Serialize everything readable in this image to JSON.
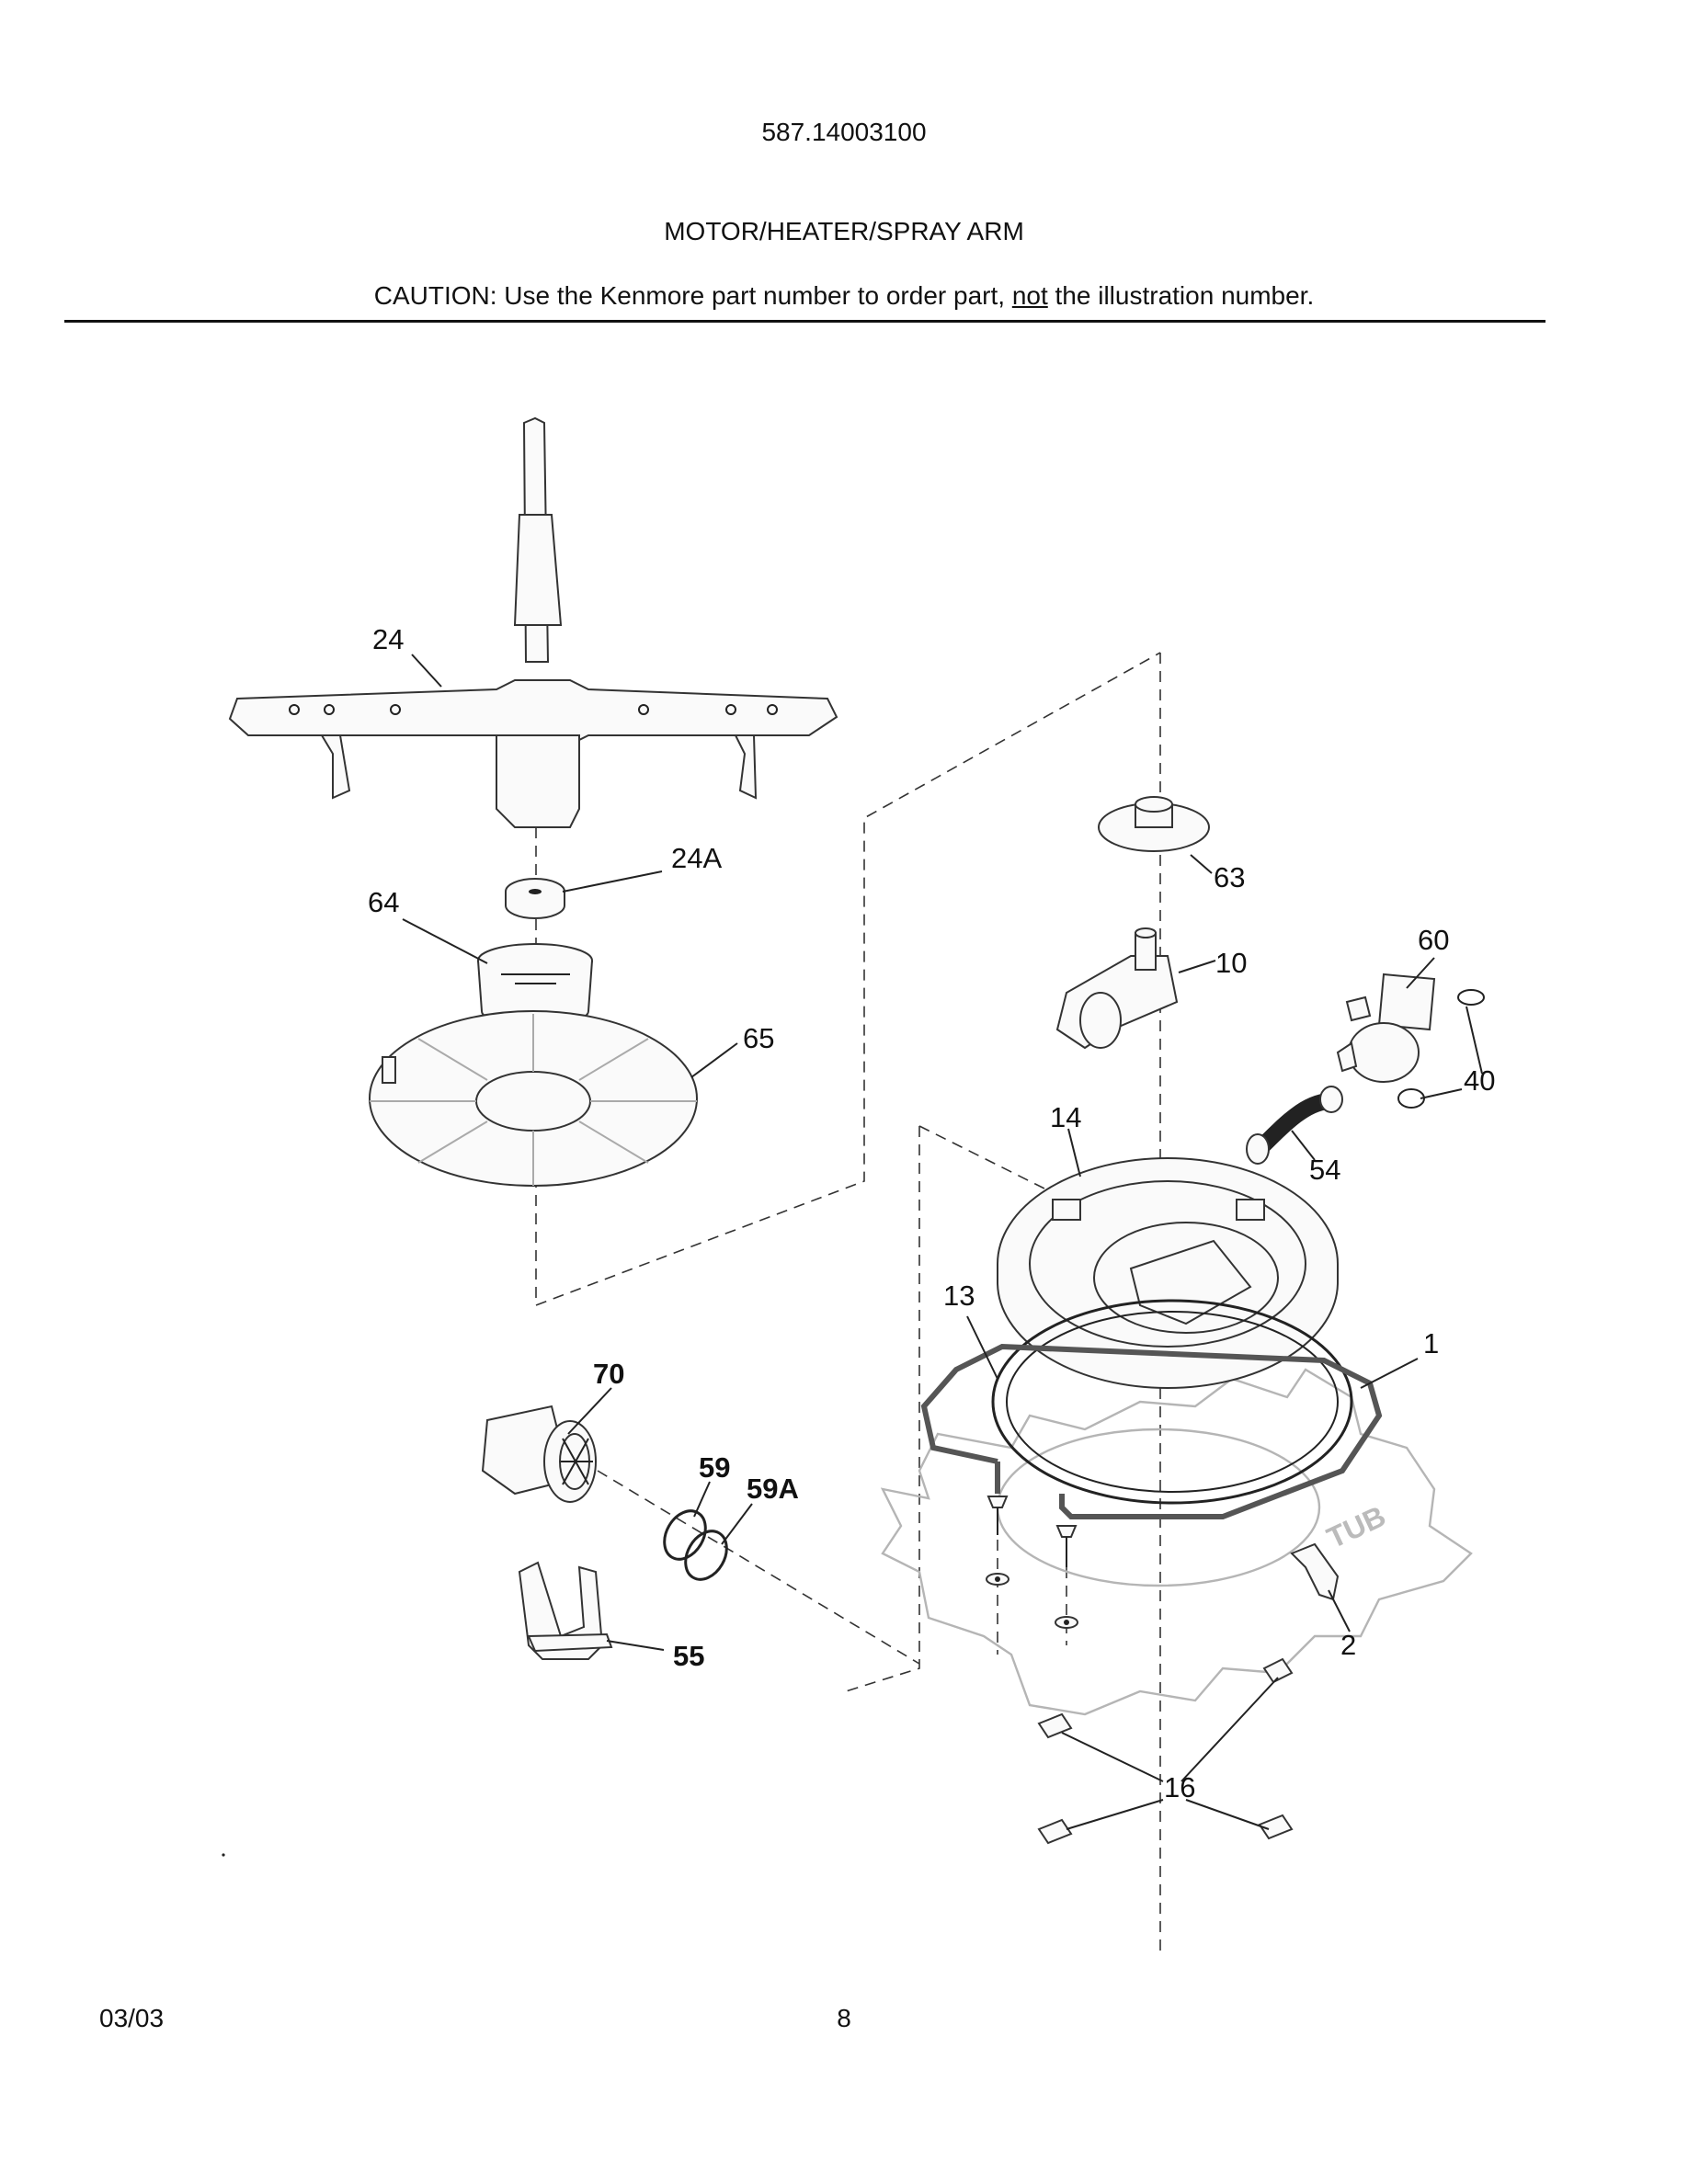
{
  "header": {
    "model_number": "587.14003100",
    "section_title": "MOTOR/HEATER/SPRAY ARM",
    "caution_prefix": "CAUTION: Use the Kenmore part number to order part, ",
    "caution_emphasis": "not",
    "caution_suffix": " the illustration number."
  },
  "callouts": {
    "c24": "24",
    "c24a": "24A",
    "c64": "64",
    "c65": "65",
    "c63": "63",
    "c60": "60",
    "c10": "10",
    "c40": "40",
    "c14": "14",
    "c54": "54",
    "c13": "13",
    "c1": "1",
    "c70": "70",
    "c59": "59",
    "c59a": "59A",
    "c55": "55",
    "c2": "2",
    "c16": "16"
  },
  "tub_label": "TUB",
  "footer": {
    "date": "03/03",
    "page_number": "8"
  }
}
